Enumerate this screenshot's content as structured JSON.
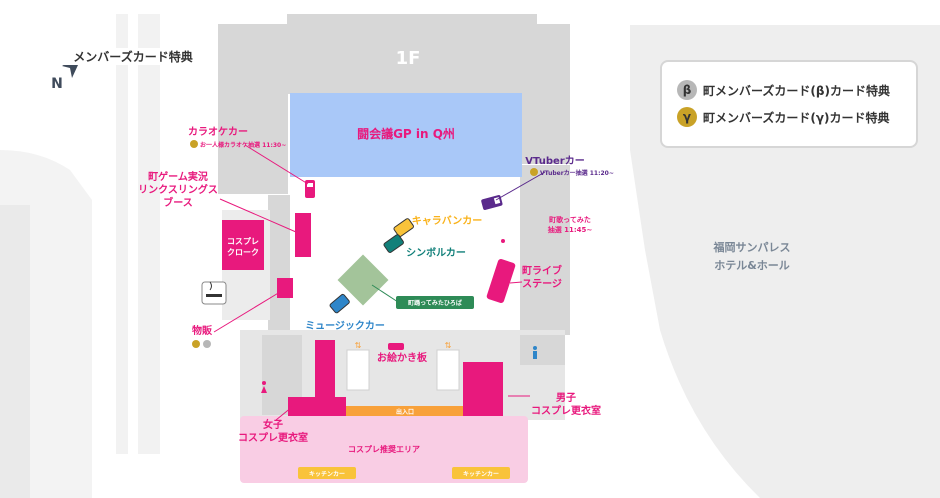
{
  "floor": "1F",
  "compass": "N",
  "venue": [
    "福岡サンパレス",
    "ホテル&ホール"
  ],
  "legend": {
    "title": "メンバーズカード特典",
    "items": [
      {
        "symbol": "β",
        "label": "町メンバーズカード(β)カード特典",
        "color": "#b7b7b7"
      },
      {
        "symbol": "γ",
        "label": "町メンバーズカード(γ)カード特典",
        "color": "#c9a227"
      }
    ]
  },
  "zones": {
    "main_stage": "闘会議GP in Q州",
    "entrance": "出入口",
    "cosplay_area": "コスプレ推奨エリア",
    "kitchen_car_1": "キッチンカー",
    "kitchen_car_2": "キッチンカー",
    "cloak": [
      "コスプレ",
      "クローク"
    ],
    "paint_board": "お絵かき板",
    "dance_plaza": "町踊ってみたひろば"
  },
  "labels": {
    "karaoke_car": "カラオケカー",
    "karaoke_note": "お一人様カラオケ抽選 11:30~",
    "vtuber_car": "VTuberカー",
    "vtuber_note": "VTuberカー抽選 11:20~",
    "game_booth": [
      "町ゲーム実況",
      "リンクスリングス",
      "ブース"
    ],
    "character_van": "キャラバンカー",
    "symbol_car": "シンボルカー",
    "singing": [
      "町歌ってみた",
      "抽選 11:45~"
    ],
    "live_stage": [
      "町ライブ",
      "ステージ"
    ],
    "music_car": "ミュージックカー",
    "merch": "物販",
    "womens_room": [
      "女子",
      "コスプレ更衣室"
    ],
    "mens_room": [
      "男子",
      "コスプレ更衣室"
    ]
  },
  "colors": {
    "pink": "#e8197d",
    "building": "#d7d7d7",
    "stage_blue": "#a9c8f8",
    "cosplay_area": "#f9cde4",
    "orange": "#f8a13a",
    "yellow": "#f9c33a",
    "green": "#2e8b57",
    "purple": "#5a2a8c",
    "teal": "#12807a",
    "sky": "#2f86c9",
    "gold": "#c9a227"
  }
}
